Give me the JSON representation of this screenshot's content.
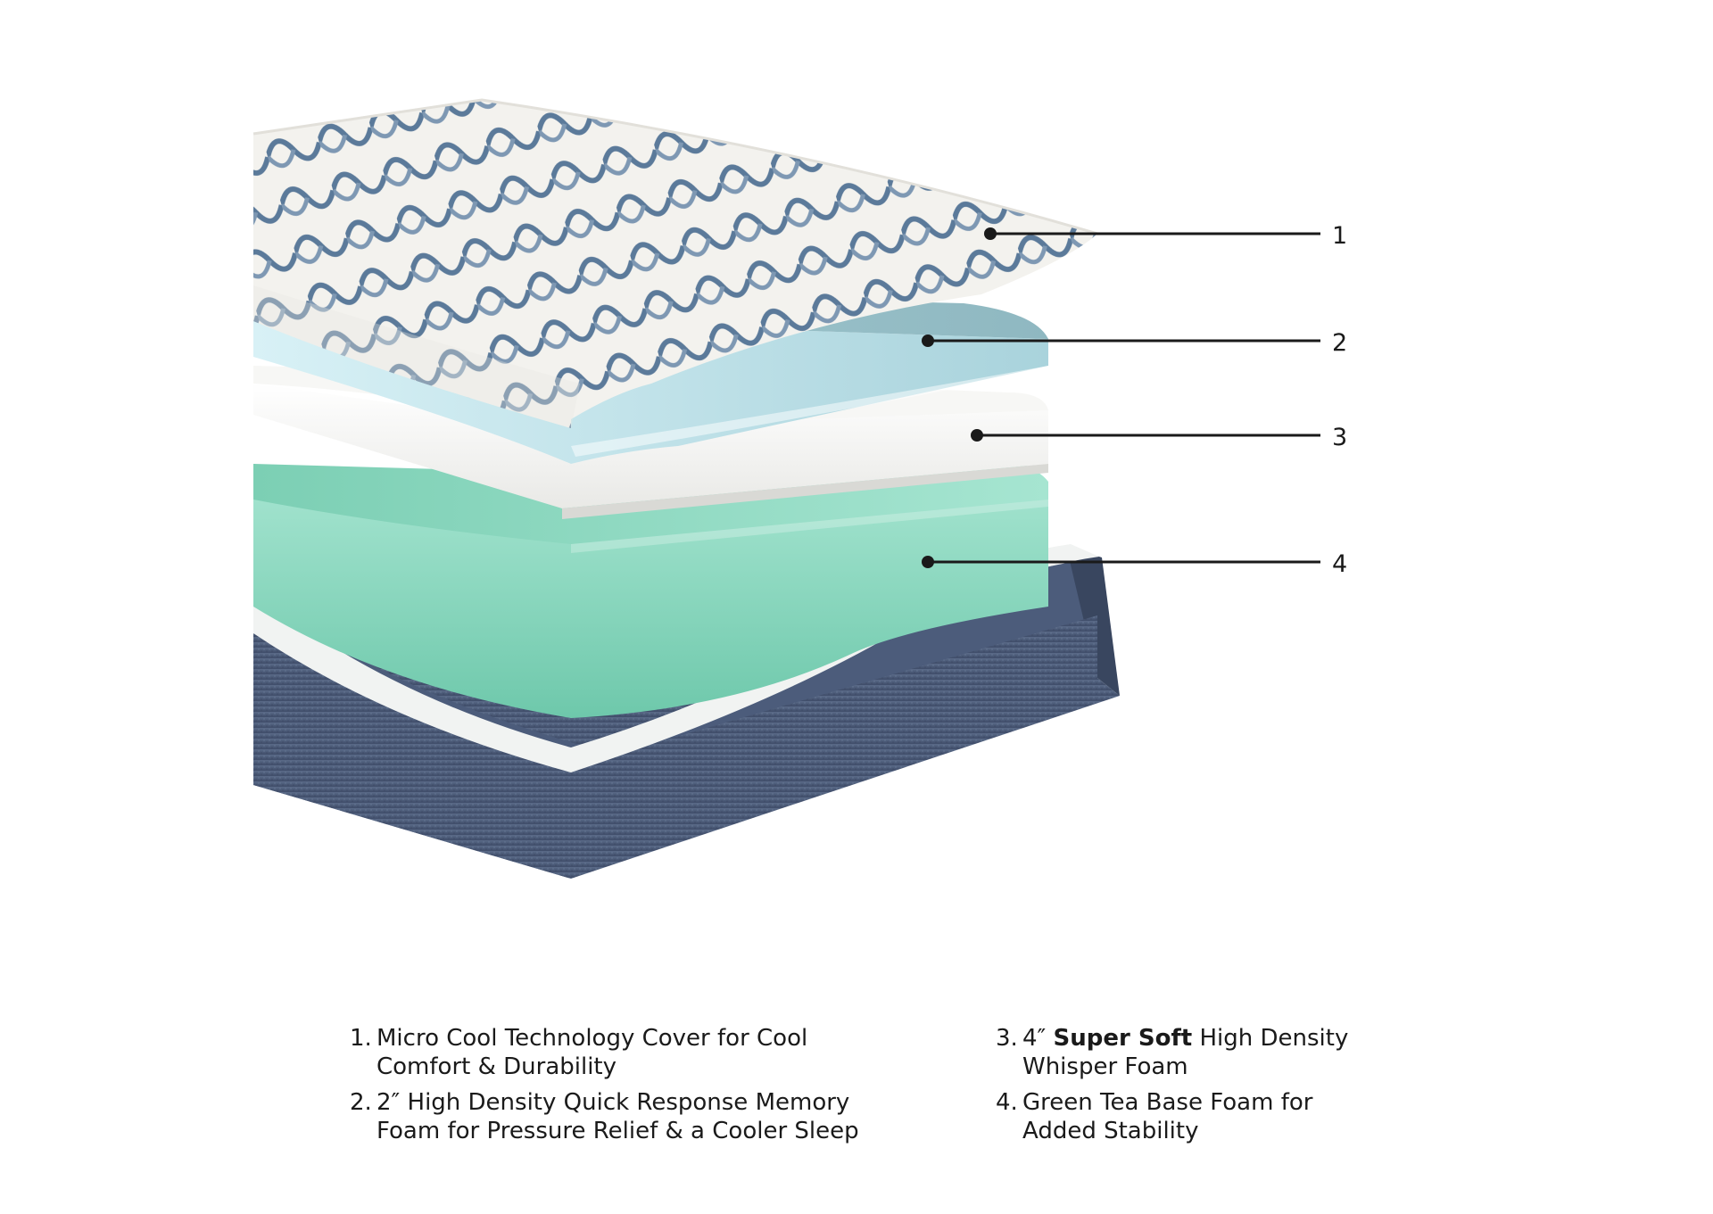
{
  "callouts": [
    {
      "label": "1"
    },
    {
      "label": "2"
    },
    {
      "label": "3"
    },
    {
      "label": "4"
    }
  ],
  "legend": {
    "items": [
      {
        "num": "1.",
        "line1": "Micro Cool Technology Cover for Cool",
        "line2": "Comfort & Durability"
      },
      {
        "num": "2.",
        "line1": "2″ High Density Quick Response Memory",
        "line2": "Foam for Pressure Relief & a Cooler Sleep"
      },
      {
        "num": "3.",
        "line1_prefix": "4″ ",
        "line1_bold": "Super Soft",
        "line1_suffix": " High Density",
        "line2": "Whisper Foam"
      },
      {
        "num": "4.",
        "line1": "Green Tea Base Foam for",
        "line2": "Added Stability"
      }
    ]
  },
  "colors": {
    "cover_pattern": "#5b7a9a",
    "cover_base": "#f3f2ee",
    "memory_foam": "#bfe4ea",
    "whisper_foam": "#f4f4f2",
    "green_tea_foam": "#8fd8c0",
    "base_fabric": "#4a5a78",
    "leader_line": "#1a1a1a"
  }
}
